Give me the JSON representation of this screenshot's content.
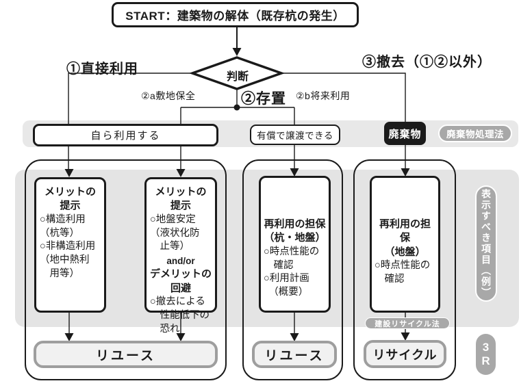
{
  "colors": {
    "ink": "#1a1a1a",
    "panel-gray": "#e4e4e4",
    "band-gray": "#e8e8e8",
    "pill-gray": "#a8a8a8",
    "waste-black": "#1b1b1b",
    "output-fill": "#f1f1f1",
    "output-border": "#9e9e9e"
  },
  "flow": {
    "start": "START：建築物の解体（既存杭の発生）",
    "decision": "判断",
    "branch1": "①直接利用",
    "branch2": "②存置",
    "branch2a": "②a敷地保全",
    "branch2b": "②b将来利用",
    "branch3": "③撤去（①②以外）",
    "use_self": "自ら利用する",
    "transfer_paid": "有償で譲渡できる",
    "waste": "廃棄物",
    "waste_law": "廃棄物処理法",
    "recycle_law": "建設リサイクル法",
    "side_label": "表示すべき項目（例）",
    "three_r": "3\nR",
    "panel_a": {
      "title": "メリットの\n提示",
      "body": "○構造利用\n（杭等）\n○非構造利用\n（地中熱利\n　用等）"
    },
    "panel_b": {
      "title": "メリットの\n提示",
      "body1": "○地盤安定\n（液状化防\n　止等）",
      "andor": "and/or",
      "title2": "デメリットの\n回避",
      "body2": "○撤去による\n　性能低下の\n　恐れ"
    },
    "panel_c": {
      "title": "再利用の担保\n（杭・地盤）",
      "body": "○時点性能の\n　確認\n○利用計画\n　（概要）"
    },
    "panel_d": {
      "title": "再利用の担保\n（地盤）",
      "body": "○時点性能の\n　確認"
    },
    "reuse_left": "リユース",
    "reuse_mid": "リユース",
    "recycle": "リサイクル"
  }
}
